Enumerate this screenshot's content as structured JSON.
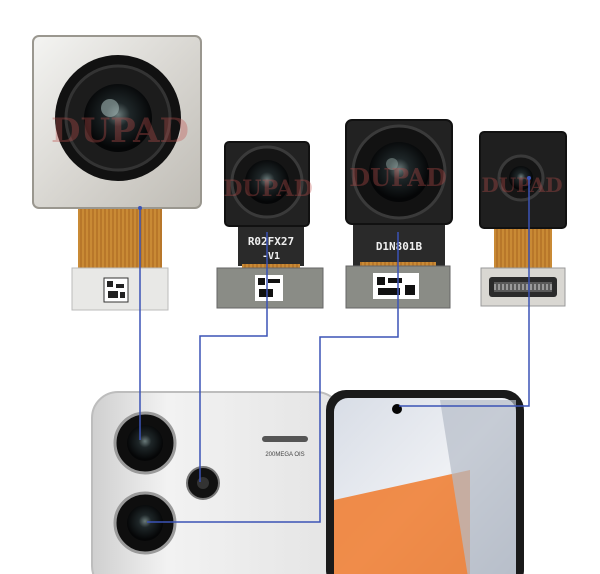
{
  "modules": [
    {
      "name": "main-camera-module",
      "label": ""
    },
    {
      "name": "ultrawide-camera-module",
      "label": "R02FX27",
      "sublabel": "-V1"
    },
    {
      "name": "front-camera-module",
      "label": "D1N801B"
    },
    {
      "name": "macro-camera-module",
      "label": ""
    }
  ],
  "phone": {
    "back_text": "200MEGA OIS"
  },
  "watermark": "DUPAD",
  "colors": {
    "connector_line": "#3b53b5",
    "flex_cable": "#c98a35",
    "phone_body": "#e6e6e6",
    "accent_orange": "#f07a2c"
  },
  "icons": [
    "lens-icon",
    "barcode-icon",
    "connector-icon"
  ]
}
